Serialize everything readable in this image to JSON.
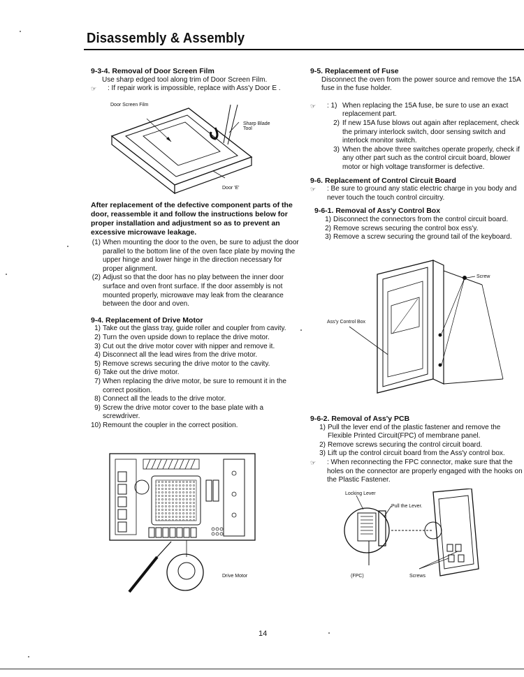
{
  "header": {
    "title": "Disassembly & Assembly"
  },
  "left": {
    "s934": {
      "heading": "9-3-4. Removal of Door Screen Film",
      "lines": [
        "Use sharp edged tool along trim of Door Screen Film."
      ],
      "note": ": If repair work is impossible, replace with Ass'y Door E ."
    },
    "fig1": {
      "label_film": "Door Screen Film",
      "label_tool": "Sharp Blade Tool",
      "label_door": "Door 'E'"
    },
    "warning": "After replacement of the defective component parts of the door, reassemble it and follow the instructions below for proper installation and adjustment so as to prevent an excessive microwave leakage.",
    "steps": [
      {
        "n": "(1)",
        "t": "When mounting the door to the oven, be sure to adjust the door parallel to the bottom line of the oven face plate by moving the upper hinge and lower hinge in the direction necessary for proper alignment."
      },
      {
        "n": "(2)",
        "t": "Adjust so that the door has no play between the inner door surface and oven front surface. If the door assembly is not mounted properly, microwave may leak from the clearance between the door and oven."
      }
    ],
    "s94": {
      "heading": "9-4. Replacement of Drive Motor",
      "items": [
        {
          "n": "1)",
          "t": "Take out the glass tray, guide roller and coupler from cavity."
        },
        {
          "n": "2)",
          "t": "Turn the oven upside down to replace the drive motor."
        },
        {
          "n": "3)",
          "t": "Cut out the drive motor cover with nipper and remove it."
        },
        {
          "n": "4)",
          "t": "Disconnect all the lead wires from the drive motor."
        },
        {
          "n": "5)",
          "t": "Remove screws securing the drive motor to the cavity."
        },
        {
          "n": "6)",
          "t": "Take out the drive motor."
        },
        {
          "n": "7)",
          "t": "When replacing the drive motor, be sure to remount it in the correct position."
        },
        {
          "n": "8)",
          "t": "Connect all the leads to the drive motor."
        },
        {
          "n": "9)",
          "t": "Screw the drive motor cover to the base plate with a screwdriver."
        },
        {
          "n": "10)",
          "t": "Remount the coupler in the correct position."
        }
      ]
    },
    "fig2": {
      "label_motor": "Drive Motor"
    }
  },
  "right": {
    "s95": {
      "heading": "9-5. Replacement of Fuse",
      "lines": [
        "Disconnect the oven from the power source and remove the 15A fuse in the fuse holder."
      ],
      "notes": [
        {
          "n": ": 1)",
          "t": "When replacing the 15A fuse, be sure to use an exact replacement part."
        },
        {
          "n": "2)",
          "t": "If new 15A fuse blows out again after replacement, check the primary interlock switch, door sensing switch and interlock monitor switch."
        },
        {
          "n": "3)",
          "t": "When the above three switches operate properly, check if any other part such as the control circuit board, blower motor or high voltage transformer is defective."
        }
      ]
    },
    "s96": {
      "heading": "9-6. Replacement of Control Circuit Board",
      "note": ": Be sure to ground any static electric charge in you body and never touch the touch control circuitry."
    },
    "s961": {
      "heading": "9-6-1. Removal of Ass'y Control Box",
      "items": [
        {
          "n": "1)",
          "t": "Disconnect the connectors from the control circuit board."
        },
        {
          "n": "2)",
          "t": "Remove screws securing the control box ess'y."
        },
        {
          "n": "3)",
          "t": "Remove a screw securing the ground tail of the keyboard."
        }
      ]
    },
    "fig3": {
      "label_screw": "Screw",
      "label_box": "Ass'y Control Box"
    },
    "s962": {
      "heading": "9-6-2. Removal of Ass'y PCB",
      "items": [
        {
          "n": "1)",
          "t": "Pull the lever end of the plastic fastener and remove the Flexible Printed Circuit(FPC) of membrane panel."
        },
        {
          "n": "2)",
          "t": "Remove screws securing the control circuit board."
        },
        {
          "n": "3)",
          "t": "Lift up the control circuit board from the Ass'y control box."
        }
      ],
      "note": ": When reconnecting the FPC connector, make sure that the holes on the connector are properly engaged with the hooks on the Plastic Fastener."
    },
    "fig4": {
      "label_lever": "Locking Lever",
      "label_pull": "Pull the Lever.",
      "label_fpc": "(FPC)",
      "label_screws": "Screws"
    }
  },
  "footer": {
    "page": "14"
  }
}
